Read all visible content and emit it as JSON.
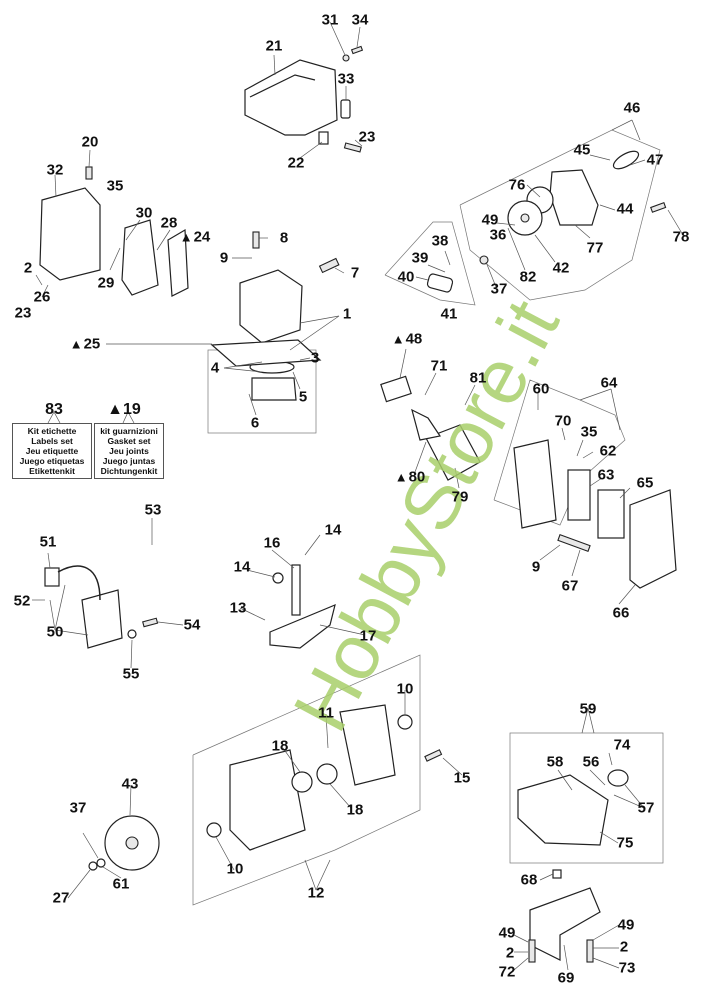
{
  "diagram": {
    "title": "Exploded parts diagram",
    "watermark": "HobbyStore.it",
    "watermark_color": "#a9cf6b",
    "kits": [
      {
        "number": "83",
        "marker": "",
        "lines": [
          "Kit etichette",
          "Labels set",
          "Jeu etiquette",
          "Juego etiquetas",
          "Etikettenkit"
        ]
      },
      {
        "number": "19",
        "marker": "▲",
        "lines": [
          "kit guarnizioni",
          "Gasket set",
          "Jeu  joints",
          "Juego juntas",
          "Dichtungenkit"
        ]
      }
    ],
    "callouts": [
      {
        "id": "c31",
        "text": "31",
        "marker": ""
      },
      {
        "id": "c34",
        "text": "34",
        "marker": ""
      },
      {
        "id": "c21",
        "text": "21",
        "marker": ""
      },
      {
        "id": "c33",
        "text": "33",
        "marker": ""
      },
      {
        "id": "c22",
        "text": "22",
        "marker": ""
      },
      {
        "id": "c23a",
        "text": "23",
        "marker": ""
      },
      {
        "id": "c46",
        "text": "46",
        "marker": ""
      },
      {
        "id": "c45",
        "text": "45",
        "marker": ""
      },
      {
        "id": "c47",
        "text": "47",
        "marker": ""
      },
      {
        "id": "c76",
        "text": "76",
        "marker": ""
      },
      {
        "id": "c44",
        "text": "44",
        "marker": ""
      },
      {
        "id": "c78",
        "text": "78",
        "marker": ""
      },
      {
        "id": "c49a",
        "text": "49",
        "marker": ""
      },
      {
        "id": "c77",
        "text": "77",
        "marker": ""
      },
      {
        "id": "c42",
        "text": "42",
        "marker": ""
      },
      {
        "id": "c82",
        "text": "82",
        "marker": ""
      },
      {
        "id": "c36",
        "text": "36",
        "marker": ""
      },
      {
        "id": "c37a",
        "text": "37",
        "marker": ""
      },
      {
        "id": "c38",
        "text": "38",
        "marker": ""
      },
      {
        "id": "c39",
        "text": "39",
        "marker": ""
      },
      {
        "id": "c40",
        "text": "40",
        "marker": ""
      },
      {
        "id": "c41",
        "text": "41",
        "marker": ""
      },
      {
        "id": "c20",
        "text": "20",
        "marker": ""
      },
      {
        "id": "c32",
        "text": "32",
        "marker": ""
      },
      {
        "id": "c35a",
        "text": "35",
        "marker": ""
      },
      {
        "id": "c30",
        "text": "30",
        "marker": ""
      },
      {
        "id": "c28",
        "text": "28",
        "marker": ""
      },
      {
        "id": "c24",
        "text": "24",
        "marker": "▲"
      },
      {
        "id": "c8",
        "text": "8",
        "marker": ""
      },
      {
        "id": "c9a",
        "text": "9",
        "marker": ""
      },
      {
        "id": "c7",
        "text": "7",
        "marker": ""
      },
      {
        "id": "c2a",
        "text": "2",
        "marker": ""
      },
      {
        "id": "c29",
        "text": "29",
        "marker": ""
      },
      {
        "id": "c26",
        "text": "26",
        "marker": ""
      },
      {
        "id": "c23b",
        "text": "23",
        "marker": ""
      },
      {
        "id": "c1",
        "text": "1",
        "marker": ""
      },
      {
        "id": "c25",
        "text": "25",
        "marker": "▲"
      },
      {
        "id": "c3",
        "text": "3",
        "marker": ""
      },
      {
        "id": "c4",
        "text": "4",
        "marker": ""
      },
      {
        "id": "c5",
        "text": "5",
        "marker": ""
      },
      {
        "id": "c6",
        "text": "6",
        "marker": ""
      },
      {
        "id": "c48",
        "text": "48",
        "marker": "▲"
      },
      {
        "id": "c71",
        "text": "71",
        "marker": ""
      },
      {
        "id": "c81",
        "text": "81",
        "marker": ""
      },
      {
        "id": "c80",
        "text": "80",
        "marker": "▲"
      },
      {
        "id": "c79",
        "text": "79",
        "marker": ""
      },
      {
        "id": "c60",
        "text": "60",
        "marker": ""
      },
      {
        "id": "c64",
        "text": "64",
        "marker": ""
      },
      {
        "id": "c70",
        "text": "70",
        "marker": ""
      },
      {
        "id": "c35b",
        "text": "35",
        "marker": ""
      },
      {
        "id": "c62",
        "text": "62",
        "marker": ""
      },
      {
        "id": "c63",
        "text": "63",
        "marker": ""
      },
      {
        "id": "c65",
        "text": "65",
        "marker": ""
      },
      {
        "id": "c9b",
        "text": "9",
        "marker": ""
      },
      {
        "id": "c67",
        "text": "67",
        "marker": ""
      },
      {
        "id": "c66",
        "text": "66",
        "marker": ""
      },
      {
        "id": "c53",
        "text": "53",
        "marker": ""
      },
      {
        "id": "c51",
        "text": "51",
        "marker": ""
      },
      {
        "id": "c52",
        "text": "52",
        "marker": ""
      },
      {
        "id": "c50",
        "text": "50",
        "marker": ""
      },
      {
        "id": "c54",
        "text": "54",
        "marker": ""
      },
      {
        "id": "c55",
        "text": "55",
        "marker": ""
      },
      {
        "id": "c16",
        "text": "16",
        "marker": ""
      },
      {
        "id": "c14a",
        "text": "14",
        "marker": ""
      },
      {
        "id": "c14b",
        "text": "14",
        "marker": ""
      },
      {
        "id": "c13",
        "text": "13",
        "marker": ""
      },
      {
        "id": "c17",
        "text": "17",
        "marker": ""
      },
      {
        "id": "c10a",
        "text": "10",
        "marker": ""
      },
      {
        "id": "c11",
        "text": "11",
        "marker": ""
      },
      {
        "id": "c18a",
        "text": "18",
        "marker": ""
      },
      {
        "id": "c18b",
        "text": "18",
        "marker": ""
      },
      {
        "id": "c15",
        "text": "15",
        "marker": ""
      },
      {
        "id": "c10b",
        "text": "10",
        "marker": ""
      },
      {
        "id": "c12",
        "text": "12",
        "marker": ""
      },
      {
        "id": "c43",
        "text": "43",
        "marker": ""
      },
      {
        "id": "c37b",
        "text": "37",
        "marker": ""
      },
      {
        "id": "c27",
        "text": "27",
        "marker": ""
      },
      {
        "id": "c61",
        "text": "61",
        "marker": ""
      },
      {
        "id": "c59",
        "text": "59",
        "marker": ""
      },
      {
        "id": "c74",
        "text": "74",
        "marker": ""
      },
      {
        "id": "c58",
        "text": "58",
        "marker": ""
      },
      {
        "id": "c56",
        "text": "56",
        "marker": ""
      },
      {
        "id": "c57",
        "text": "57",
        "marker": ""
      },
      {
        "id": "c75",
        "text": "75",
        "marker": ""
      },
      {
        "id": "c68",
        "text": "68",
        "marker": ""
      },
      {
        "id": "c49b",
        "text": "49",
        "marker": ""
      },
      {
        "id": "c2b",
        "text": "2",
        "marker": ""
      },
      {
        "id": "c72",
        "text": "72",
        "marker": ""
      },
      {
        "id": "c69",
        "text": "69",
        "marker": ""
      },
      {
        "id": "c49c",
        "text": "49",
        "marker": ""
      },
      {
        "id": "c2c",
        "text": "2",
        "marker": ""
      },
      {
        "id": "c73",
        "text": "73",
        "marker": ""
      }
    ]
  }
}
